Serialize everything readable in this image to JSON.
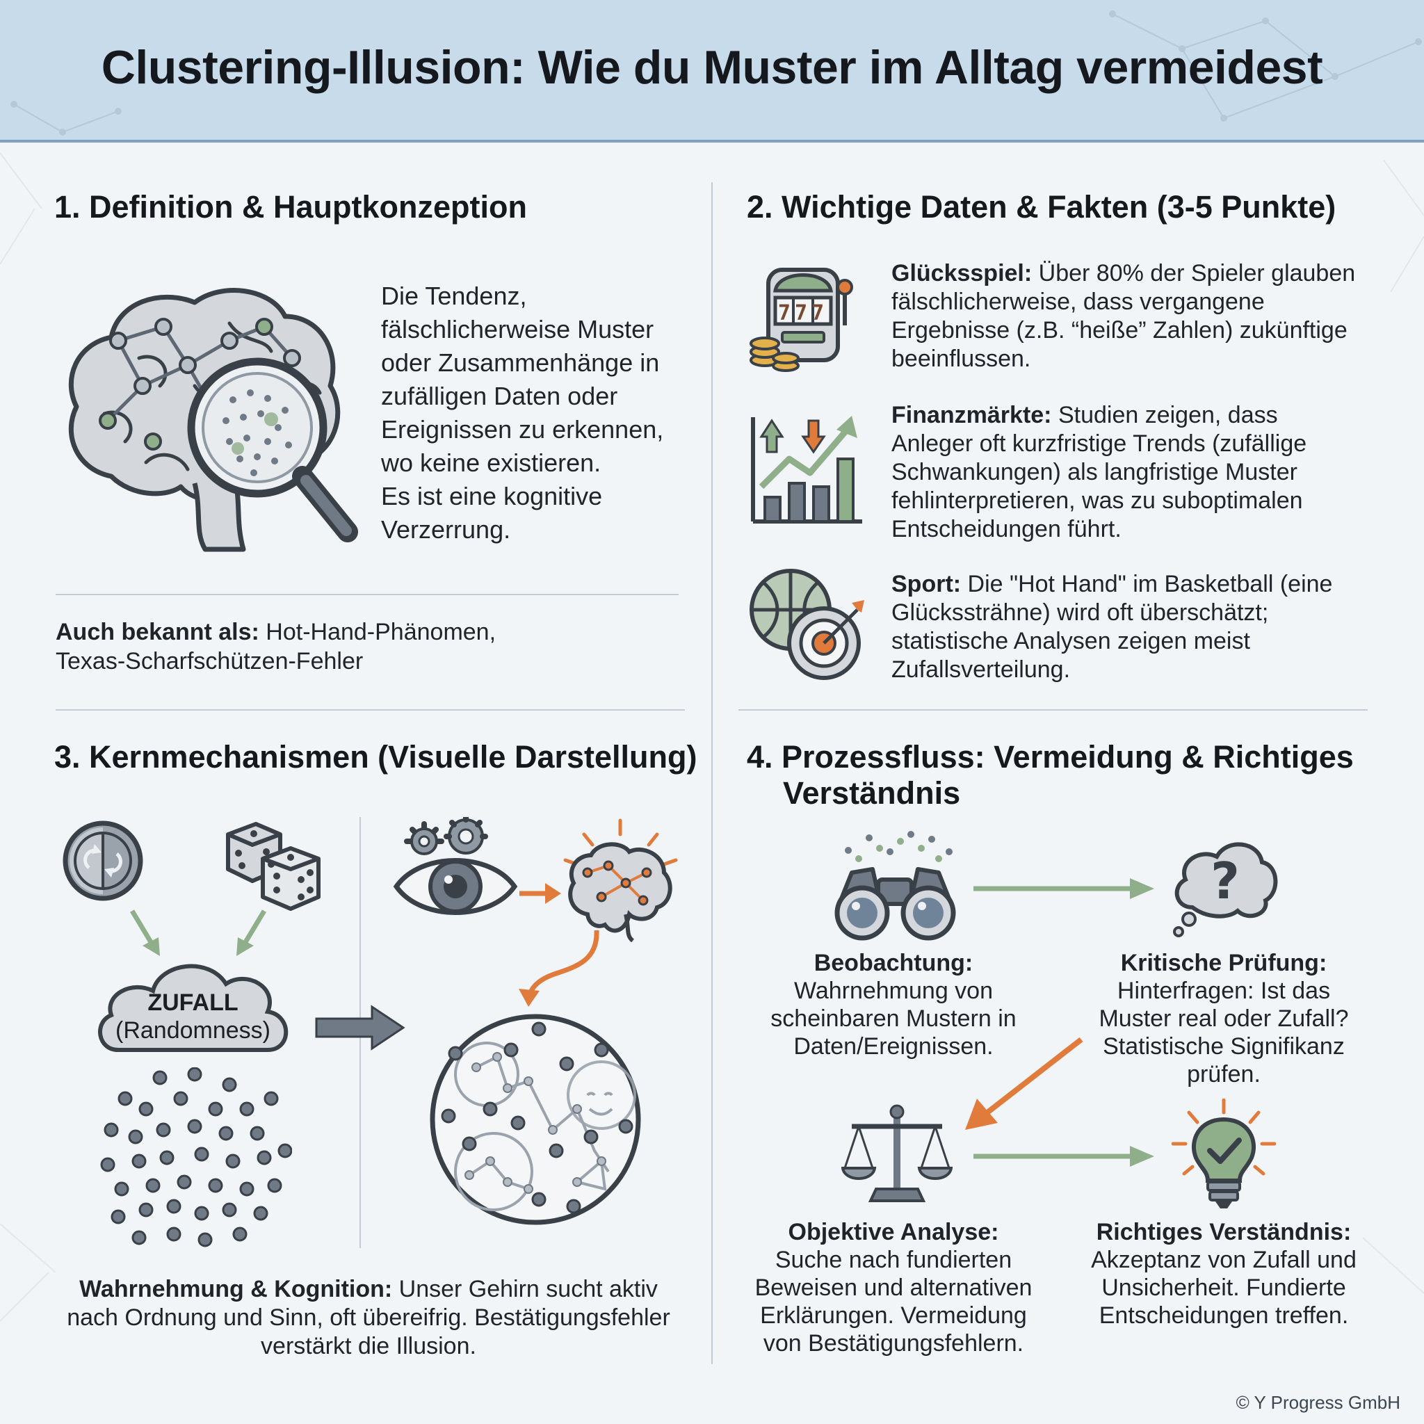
{
  "title": "Clustering-Illusion: Wie du Muster im Alltag vermeidest",
  "section1": {
    "title": "1. Definition & Hauptkonzeption",
    "definition_lines": [
      "Die Tendenz,",
      "fälschlicherweise Muster",
      "oder Zusammenhänge in",
      "zufälligen Daten oder",
      "Ereignissen zu erkennen,",
      "wo keine existieren.",
      "Es ist eine kognitive",
      "Verzerrung."
    ],
    "aka_label": "Auch bekannt als:",
    "aka_line1": " Hot-Hand-Phänomen,",
    "aka_line2": "Texas-Scharfschützen-Fehler"
  },
  "section2": {
    "title": "2. Wichtige Daten & Fakten (3-5 Punkte)",
    "facts": [
      {
        "label": "Glücksspiel:",
        "icon": "slot-machine-icon",
        "lines": [
          " Über 80% der Spieler glauben",
          "fälschlicherweise, dass vergangene",
          "Ergebnisse (z.B. “heiße” Zahlen) zukünftige",
          "beeinflussen."
        ]
      },
      {
        "label": "Finanzmärkte:",
        "icon": "stock-chart-icon",
        "lines": [
          " Studien zeigen, dass",
          "Anleger oft kurzfristige Trends (zufällige",
          "Schwankungen) als langfristige Muster",
          "fehlinterpretieren, was zu suboptimalen",
          "Entscheidungen führt."
        ]
      },
      {
        "label": "Sport:",
        "icon": "basketball-target-icon",
        "lines": [
          " Die \"Hot Hand\" im Basketball (eine",
          "Glückssträhne) wird oft überschätzt;",
          "statistische Analysen zeigen meist",
          "Zufallsverteilung."
        ]
      }
    ],
    "slot_digits": "777"
  },
  "section3": {
    "title": "3. Kernmechanismen (Visuelle Darstellung)",
    "cloud_title": "ZUFALL",
    "cloud_subtitle": "(Randomness)",
    "caption_label": "Wahrnehmung & Kognition:",
    "caption_line1": " Unser Gehirn sucht aktiv",
    "caption_line2": "nach Ordnung und Sinn, oft übereifrig. Bestätigungsfehler",
    "caption_line3": "verstärkt die Illusion."
  },
  "section4": {
    "title_line1": "4. Prozessfluss: Vermeidung & Richtiges",
    "title_line2": "Verständnis",
    "steps": [
      {
        "title": "Beobachtung:",
        "icon": "binoculars-icon",
        "lines": [
          "Wahrnehmung von",
          "scheinbaren Mustern in",
          "Daten/Ereignissen."
        ]
      },
      {
        "title": "Kritische Prüfung:",
        "icon": "question-thought-icon",
        "lines": [
          "Hinterfragen: Ist das",
          "Muster real oder Zufall?",
          "Statistische Signifikanz",
          "prüfen."
        ]
      },
      {
        "title": "Objektive Analyse:",
        "icon": "scales-icon",
        "lines": [
          "Suche nach fundierten",
          "Beweisen und alternativen",
          "Erklärungen. Vermeidung",
          "von Bestätigungsfehlern."
        ]
      },
      {
        "title": "Richtiges Verständnis:",
        "icon": "lightbulb-check-icon",
        "lines": [
          "Akzeptanz von Zufall und",
          "Unsicherheit. Fundierte",
          "Entscheidungen treffen."
        ]
      }
    ],
    "question_mark": "?"
  },
  "copyright": "© Y Progress GmbH",
  "colors": {
    "header_bg": "#c8dbea",
    "accent_green": "#8fae8a",
    "accent_orange": "#e07b3c",
    "icon_gray": "#6f7a86",
    "dark": "#3a4048"
  }
}
